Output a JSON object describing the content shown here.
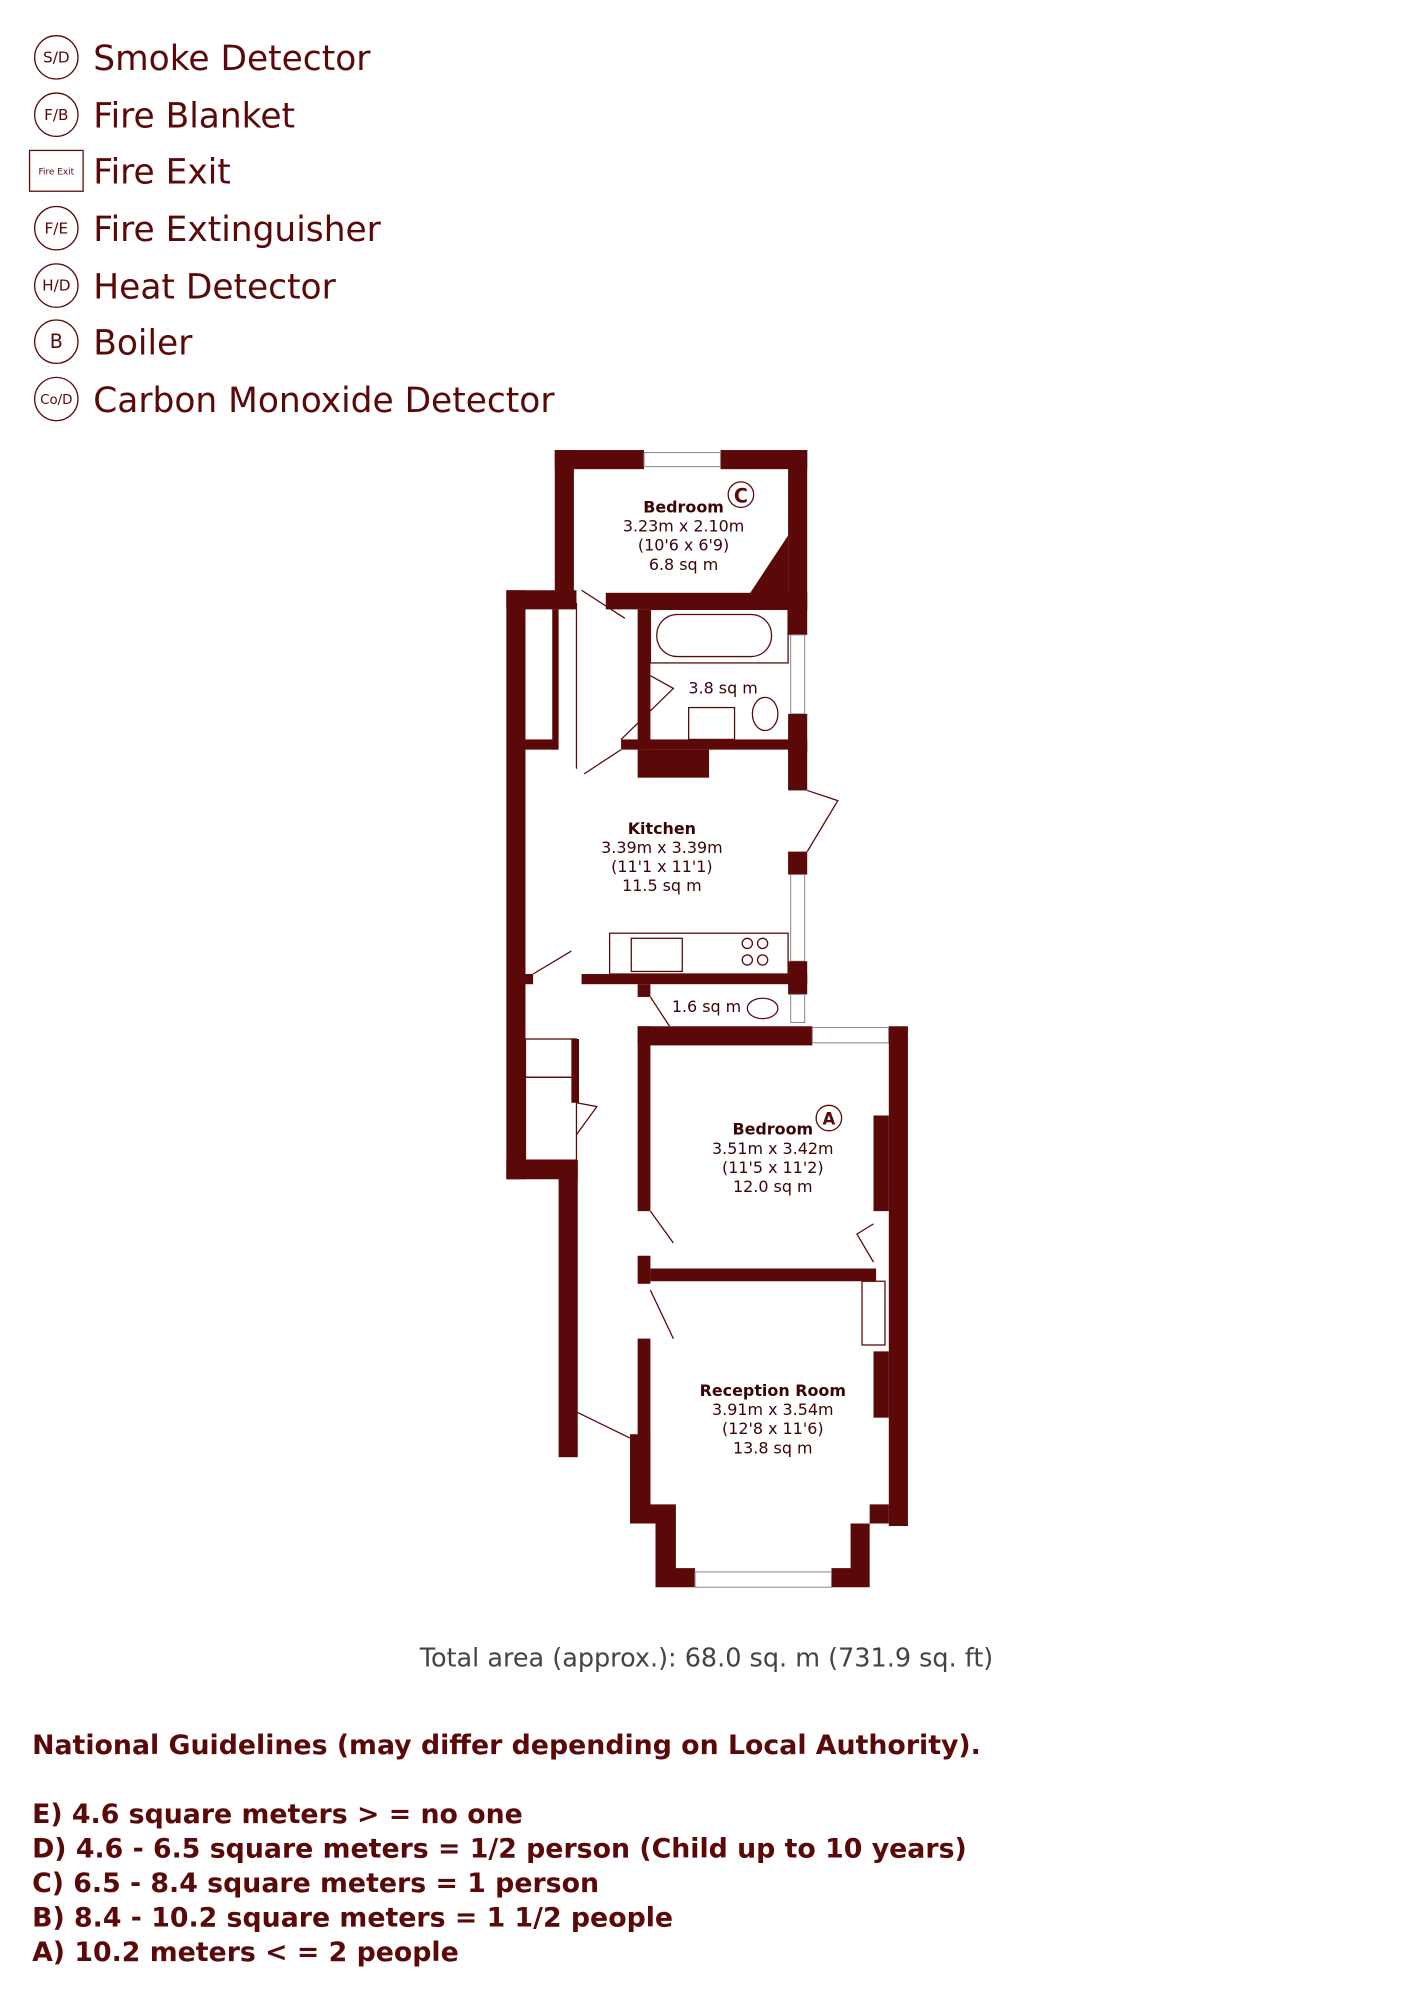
{
  "legend": [
    {
      "symbol": "S/D",
      "label": "Smoke Detector"
    },
    {
      "symbol": "F/B",
      "label": "Fire Blanket"
    },
    {
      "symbol": "Fire Exit",
      "label": "Fire Exit"
    },
    {
      "symbol": "F/E",
      "label": "Fire Extinguisher"
    },
    {
      "symbol": "H/D",
      "label": "Heat Detector"
    },
    {
      "symbol": "B",
      "label": "Boiler"
    },
    {
      "symbol": "Co/D",
      "label": "Carbon Monoxide Detector"
    }
  ],
  "rooms": {
    "bedroom_c": {
      "name": "Bedroom",
      "badge": "C",
      "metric": "3.23m x 2.10m",
      "imperial": "(10'6 x 6'9)",
      "area": "6.8 sq m"
    },
    "bathroom": {
      "area": "3.8 sq m"
    },
    "kitchen": {
      "name": "Kitchen",
      "metric": "3.39m x 3.39m",
      "imperial": "(11'1 x 11'1)",
      "area": "11.5 sq m"
    },
    "wc": {
      "area": "1.6 sq m"
    },
    "bedroom_a": {
      "name": "Bedroom",
      "badge": "A",
      "metric": "3.51m x 3.42m",
      "imperial": "(11'5 x 11'2)",
      "area": "12.0 sq m"
    },
    "reception": {
      "name": "Reception Room",
      "metric": "3.91m x 3.54m",
      "imperial": "(12'8 x 11'6)",
      "area": "13.8 sq m"
    }
  },
  "total_area": "Total area (approx.): 68.0 sq. m (731.9 sq. ft)",
  "guidelines": {
    "title": "National Guidelines (may differ depending on Local Authority).",
    "items": [
      "E) 4.6 square meters > = no one",
      "D) 4.6 - 6.5 square meters = 1/2 person (Child up to 10 years)",
      "C) 6.5 - 8.4 square meters = 1 person",
      "B) 8.4 - 10.2 square meters = 1 1/2 people",
      "A) 10.2 meters < = 2 people"
    ]
  }
}
